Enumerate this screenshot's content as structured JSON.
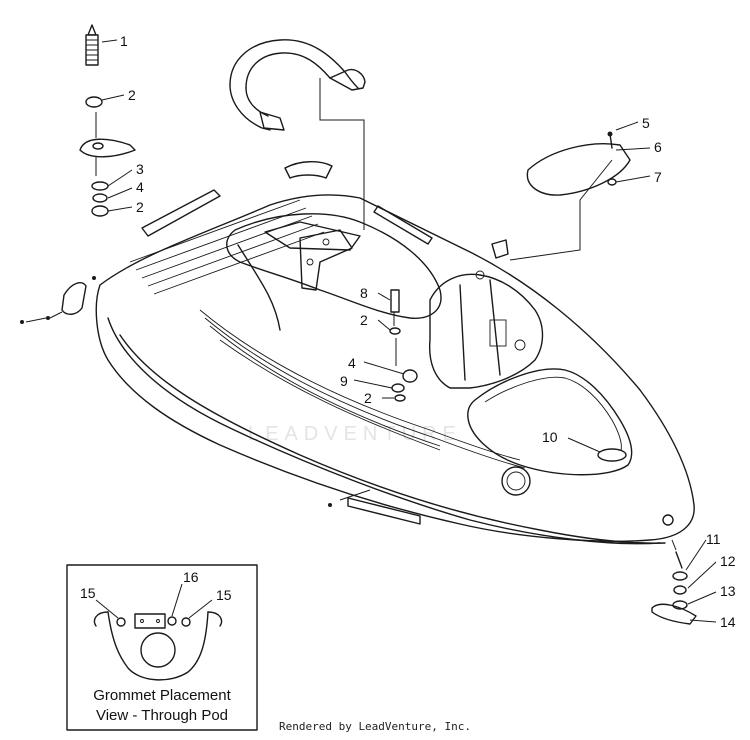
{
  "callouts": [
    {
      "id": "c1",
      "text": "1"
    },
    {
      "id": "c2a",
      "text": "2"
    },
    {
      "id": "c3",
      "text": "3"
    },
    {
      "id": "c4a",
      "text": "4"
    },
    {
      "id": "c2b",
      "text": "2"
    },
    {
      "id": "c5",
      "text": "5"
    },
    {
      "id": "c6",
      "text": "6"
    },
    {
      "id": "c7",
      "text": "7"
    },
    {
      "id": "c8",
      "text": "8"
    },
    {
      "id": "c2c",
      "text": "2"
    },
    {
      "id": "c4b",
      "text": "4"
    },
    {
      "id": "c9",
      "text": "9"
    },
    {
      "id": "c2d",
      "text": "2"
    },
    {
      "id": "c10",
      "text": "10"
    },
    {
      "id": "c11",
      "text": "11"
    },
    {
      "id": "c12",
      "text": "12"
    },
    {
      "id": "c13",
      "text": "13"
    },
    {
      "id": "c14",
      "text": "14"
    }
  ],
  "inset": {
    "caption_line1": "Grommet Placement",
    "caption_line2": "View - Through Pod",
    "callouts": [
      {
        "id": "i15a",
        "text": "15"
      },
      {
        "id": "i16",
        "text": "16"
      },
      {
        "id": "i15b",
        "text": "15"
      }
    ]
  },
  "watermark": "LEADVENTURE",
  "footer": "Rendered by LeadVenture, Inc."
}
